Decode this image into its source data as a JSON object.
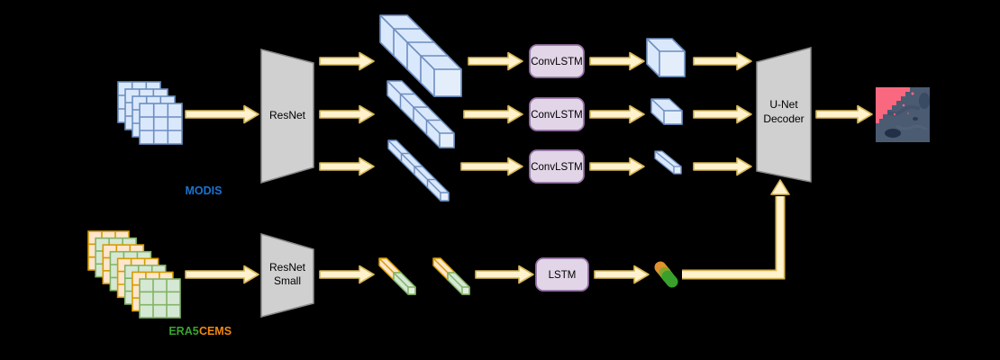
{
  "diagram": {
    "kind": "model-architecture",
    "description_visible_text_only": true
  },
  "colors": {
    "background": "#000000",
    "modis_blue_fill": "#dae8fc",
    "modis_blue_stroke": "#6c8ebf",
    "era5_green_fill": "#d5e8d4",
    "era5_green_stroke": "#82b366",
    "cems_orange_fill": "#ffe6cc",
    "cems_orange_stroke": "#d79b00",
    "rnn_box_fill": "#e1d5e7",
    "rnn_box_stroke": "#9673a6",
    "arrow_fill": "#fff2cc",
    "arrow_stroke": "#d6b656",
    "encoder_fill": "#d0d0d0",
    "encoder_stroke": "#8a8a8a",
    "modis_label_color": "#1a73d1",
    "era5_label_color": "#3aa32f",
    "cems_label_color": "#f1880f",
    "fire_mask_pink": "#f9687f",
    "terrain_blue": "#4a5b72"
  },
  "nodes": {
    "modis": {
      "label": "MODIS"
    },
    "era5": {
      "label": "ERA5"
    },
    "cems": {
      "label": "CEMS"
    },
    "resnet": {
      "label": "ResNet"
    },
    "resnet_small": {
      "lines": [
        "ResNet",
        "Small"
      ]
    },
    "convlstms": [
      {
        "label": "ConvLSTM"
      },
      {
        "label": "ConvLSTM"
      },
      {
        "label": "ConvLSTM"
      }
    ],
    "lstm": {
      "label": "LSTM"
    },
    "unet": {
      "lines": [
        "U-Net",
        "Decoder"
      ]
    }
  }
}
